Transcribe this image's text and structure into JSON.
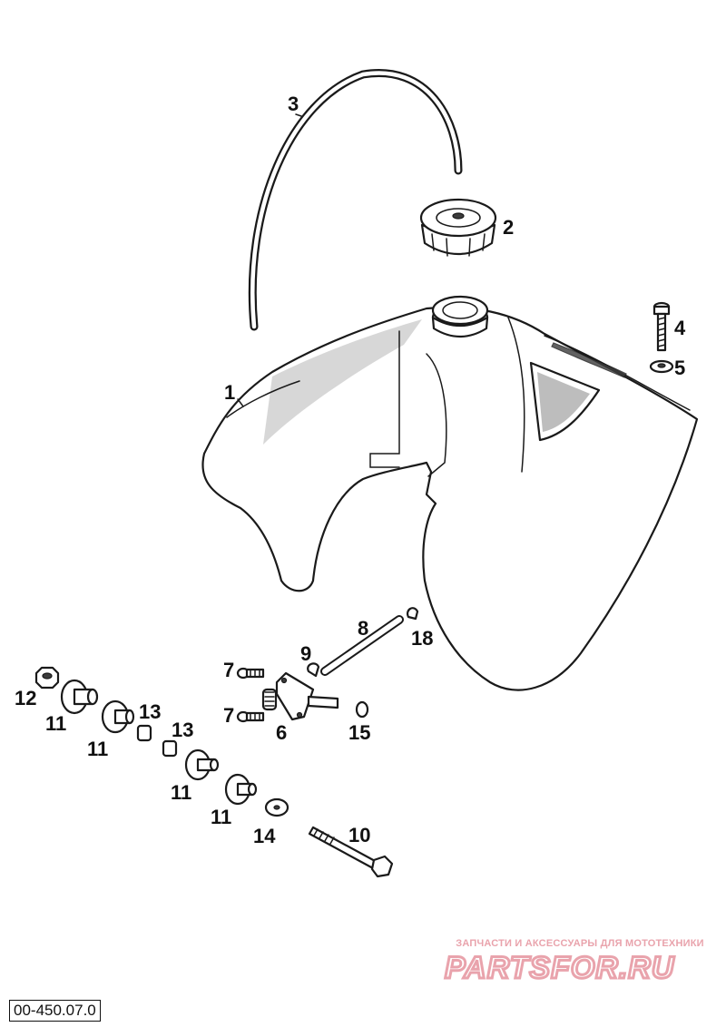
{
  "diagram": {
    "callouts": [
      {
        "id": "c1",
        "text": "1"
      },
      {
        "id": "c2",
        "text": "2"
      },
      {
        "id": "c3",
        "text": "3"
      },
      {
        "id": "c4",
        "text": "4"
      },
      {
        "id": "c5",
        "text": "5"
      },
      {
        "id": "c6",
        "text": "6"
      },
      {
        "id": "c7a",
        "text": "7"
      },
      {
        "id": "c7b",
        "text": "7"
      },
      {
        "id": "c8",
        "text": "8"
      },
      {
        "id": "c9",
        "text": "9"
      },
      {
        "id": "c10",
        "text": "10"
      },
      {
        "id": "c11a",
        "text": "11"
      },
      {
        "id": "c11b",
        "text": "11"
      },
      {
        "id": "c11c",
        "text": "11"
      },
      {
        "id": "c11d",
        "text": "11"
      },
      {
        "id": "c12",
        "text": "12"
      },
      {
        "id": "c13a",
        "text": "13"
      },
      {
        "id": "c13b",
        "text": "13"
      },
      {
        "id": "c14",
        "text": "14"
      },
      {
        "id": "c15",
        "text": "15"
      },
      {
        "id": "c18",
        "text": "18"
      }
    ],
    "drawing_number": "00-450.07.0"
  },
  "watermark": {
    "caption": "ЗАПЧАСТИ И АКСЕССУАРЫ ДЛЯ МОТОТЕХНИКИ",
    "logo_text": "PARTSFOR.RU",
    "color": "#e9a3ac"
  }
}
